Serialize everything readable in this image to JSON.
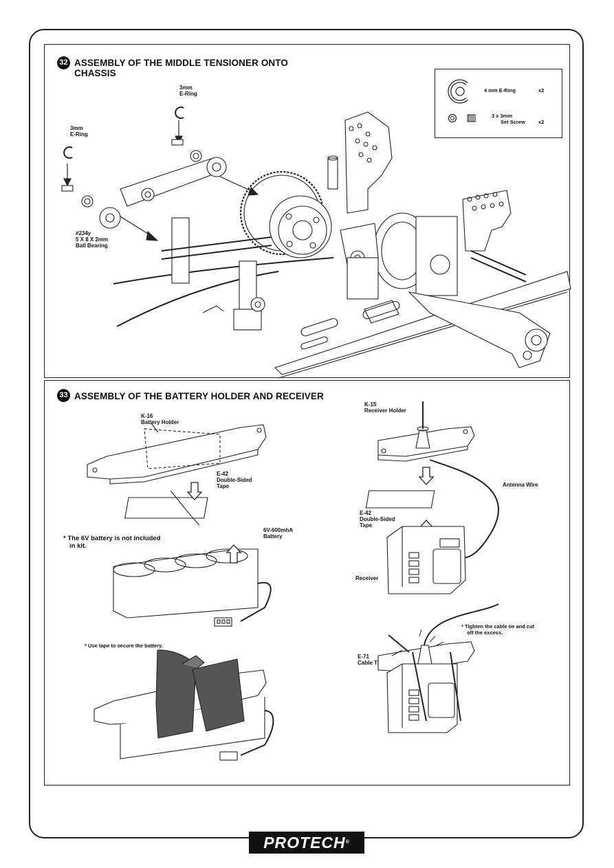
{
  "step32": {
    "number": "32",
    "title_line1": "ASSEMBLY OF THE MIDDLE TENSIONER ONTO",
    "title_line2": "CHASSIS",
    "labels": {
      "ering_top_1": "3mm",
      "ering_top_2": "E-Ring",
      "ering_left_1": "3mm",
      "ering_left_2": "E-Ring",
      "bearing_1": "#234y",
      "bearing_2": "5 X 8 X 2mm",
      "bearing_3": "Ball Bearing"
    },
    "parts_box": {
      "ering_label": "4 mm E-Ring",
      "ering_qty": "x2",
      "screw_label_1": "3 x 3mm",
      "screw_label_2": "Set Screw",
      "screw_qty": "x2"
    }
  },
  "step33": {
    "number": "33",
    "title": "ASSEMBLY OF THE BATTERY HOLDER AND RECEIVER",
    "battery_holder_code": "K-16",
    "battery_holder_name": "Battery Holder",
    "tape_code_left": "E-42",
    "tape_name_left_1": "Double-Sided",
    "tape_name_left_2": "Tape",
    "battery_label_1": "6V-600mhA",
    "battery_label_2": "Battery",
    "note_battery_1": "* The 6V battery is not included",
    "note_battery_2": "in kit.",
    "note_tape": "* Use tape to secure  the battery.",
    "receiver_holder_code": "K-15",
    "receiver_holder_name": "Receiver Holder",
    "antenna_label": "Antenna Wire",
    "tape_code_right": "E-42",
    "tape_name_right_1": "Double-Sided",
    "tape_name_right_2": "Tape",
    "receiver_label": "Receiver",
    "cable_tie_note_1": "* Tighten the cable tie  and cut",
    "cable_tie_note_2": "off the excess.",
    "cable_tie_code": "E-71",
    "cable_tie_name": "Cable Tie"
  },
  "footer": {
    "brand": "PROTECH",
    "reg": "®"
  }
}
